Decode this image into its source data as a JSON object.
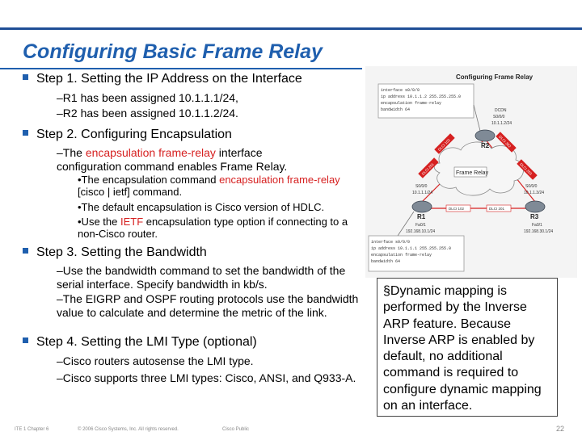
{
  "title": "Configuring Basic Frame Relay",
  "step1": {
    "heading": "Step 1. Setting the IP Address on the Interface",
    "items": [
      "–R1 has been assigned 10.1.1.1/24,",
      "–R2 has been assigned 10.1.1.2/24."
    ]
  },
  "step2": {
    "heading": "Step 2. Configuring Encapsulation",
    "sub_pre": "–The ",
    "sub_red": "encapsulation frame-relay",
    "sub_post": " interface configuration command enables Frame Relay.",
    "b1_pre": "•The encapsulation command ",
    "b1_red": "encapsulation frame-relay",
    "b1_post": " [cisco | ietf] command.",
    "b2": "•The default encapsulation is Cisco version of HDLC.",
    "b3_pre": "•Use the ",
    "b3_red": "IETF",
    "b3_post": " encapsulation type option if connecting to a non-Cisco router."
  },
  "step3": {
    "heading": "Step 3. Setting the Bandwidth",
    "items": [
      "–Use the bandwidth command to set the bandwidth of the serial interface. Specify bandwidth in kb/s.",
      "–The EIGRP and OSPF routing protocols use the bandwidth value to calculate and determine the metric of the link."
    ]
  },
  "step4": {
    "heading": "Step 4. Setting the LMI Type (optional)",
    "items": [
      "–Cisco routers autosense the LMI type.",
      "–Cisco supports three LMI types: Cisco, ANSI, and Q933-A."
    ]
  },
  "callout": "§Dynamic mapping is performed by the Inverse ARP feature. Because Inverse ARP is enabled by default, no additional command is required to configure dynamic mapping on an interface.",
  "diagram": {
    "title": "Configuring Frame Relay",
    "cloud_label": "Frame Relay",
    "config_top": [
      "interface s0/0/0",
      "ip address 10.1.1.2 255.255.255.0",
      "encapsulation frame-relay",
      "bandwidth 64"
    ],
    "config_bottom": [
      "interface s0/0/0",
      "ip address 10.1.1.1 255.255.255.0",
      "encapsulation frame-relay",
      "bandwidth 64"
    ],
    "routers": [
      "R1",
      "R2",
      "R3"
    ],
    "r2_label": [
      "DCDN",
      "S0/0/0",
      "10.1.1.2/24"
    ],
    "r1_label": [
      "S0/0/0",
      "10.1.1.1/24"
    ],
    "r3_label": [
      "S0/0/0",
      "10.1.1.3/24"
    ],
    "fa_r1": [
      "Fa0/1",
      "192.168.10.1/24"
    ],
    "fa_r3": [
      "Fa0/1",
      "192.168.30.1/24"
    ],
    "dlci_bottom": [
      "DLCI 102",
      "DLCI 201"
    ],
    "dlci_left": [
      "DLCI 102",
      "DLCI 201"
    ],
    "dlci_right": [
      "DLCI 302",
      "DLCI 203"
    ]
  },
  "footer": {
    "chapter": "ITE 1 Chapter 6",
    "copyright": "© 2006 Cisco Systems, Inc. All rights reserved.",
    "label": "Cisco Public",
    "page": "22"
  }
}
